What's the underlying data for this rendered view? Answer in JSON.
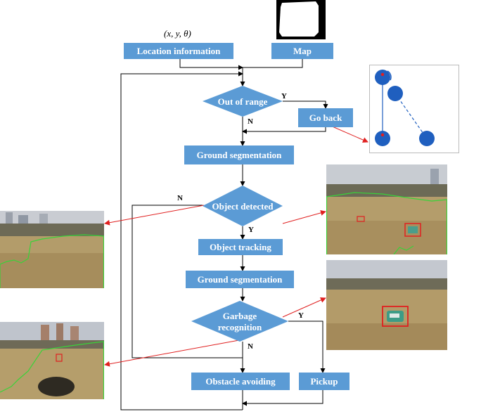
{
  "pose_formula": "(x, y, θ)",
  "nodes": {
    "location_information": "Location information",
    "map": "Map",
    "out_of_range": "Out of range",
    "go_back": "Go back",
    "ground_segmentation_1": "Ground segmentation",
    "object_detected": "Object detected",
    "object_tracking": "Object tracking",
    "ground_segmentation_2": "Ground segmentation",
    "garbage_recognition_line1": "Garbage",
    "garbage_recognition_line2": "recognition",
    "obstacle_avoiding": "Obstacle avoiding",
    "pickup": "Pickup"
  },
  "edge_labels": {
    "out_of_range_yes": "Y",
    "out_of_range_no": "N",
    "object_detected_no": "N",
    "object_detected_yes": "Y",
    "garbage_yes": "Y",
    "garbage_no": "N"
  },
  "colors": {
    "box_fill": "#5b9bd5",
    "connector": "#000000",
    "callout_arrow": "#e02020",
    "robot_node": "#1f5fbf",
    "ground_outline": "#39d339",
    "detection_box": "#e02020"
  }
}
